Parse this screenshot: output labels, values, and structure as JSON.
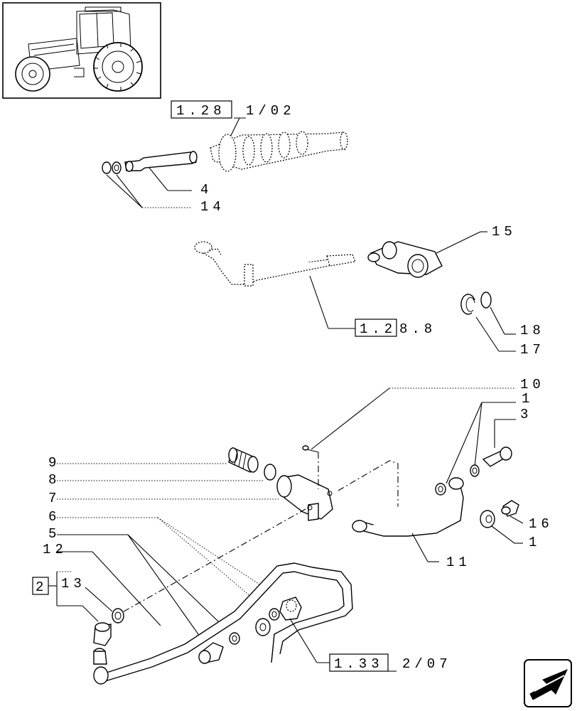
{
  "refs": {
    "r1": "1.28",
    "r1_suffix": "1/02",
    "r2": "1.2",
    "r2_suffix": "8.8",
    "r3": "1.33",
    "r3_suffix": "2/07",
    "r4": "2"
  },
  "callouts": {
    "c4": "4",
    "c14": "14",
    "c15": "15",
    "c18": "18",
    "c17": "17",
    "c10": "10",
    "c1a": "1",
    "c3": "3",
    "c9": "9",
    "c8": "8",
    "c7": "7",
    "c6": "6",
    "c5": "5",
    "c12": "12",
    "c13": "13",
    "c16": "16",
    "c1b": "1",
    "c11": "11"
  }
}
